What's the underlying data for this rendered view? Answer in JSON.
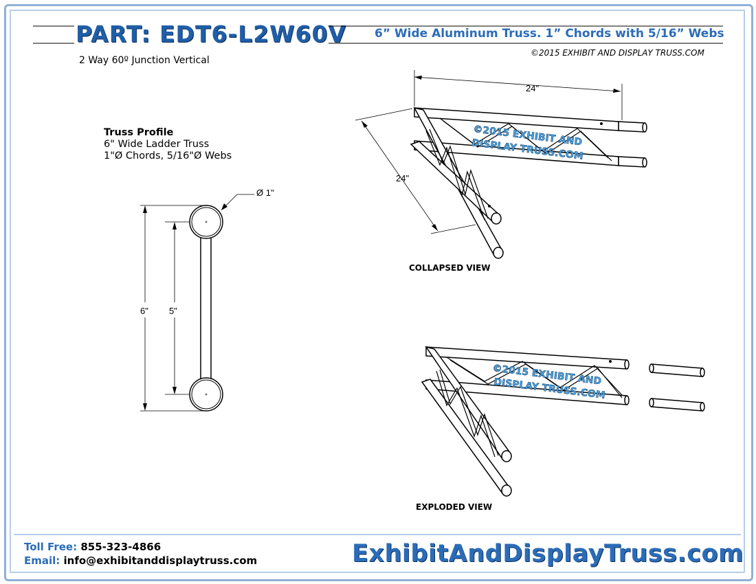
{
  "header": {
    "part_title": "PART: EDT6-L2W60V",
    "description": "6” Wide Aluminum Truss. 1” Chords with 5/16” Webs",
    "copyright": "©2015 EXHIBIT AND DISPLAY TRUSS.COM",
    "subtitle": "2 Way 60º Junction Vertical"
  },
  "profile": {
    "heading": "Truss Profile",
    "line1": "6\" Wide Ladder Truss",
    "line2": "1\"Ø Chords, 5/16\"Ø Webs",
    "dim_diameter": "Ø 1\"",
    "dim_outer": "6\"",
    "dim_inner": "5\""
  },
  "collapsed": {
    "label": "COLLAPSED VIEW",
    "dim_top": "24\"",
    "dim_side": "24\"",
    "watermark_line1": "©2015 EXHIBIT AND",
    "watermark_line2": "DISPLAY TRUSS.COM"
  },
  "exploded": {
    "label": "EXPLODED VIEW",
    "watermark_line1": "©2015 EXHIBIT AND",
    "watermark_line2": "DISPLAY TRUSS.COM"
  },
  "footer": {
    "toll_free_label": "Toll Free:",
    "toll_free_value": "855-323-4866",
    "email_label": "Email:",
    "email_value": "info@exhibitanddisplaytruss.com",
    "website": "ExhibitAndDisplayTruss.com"
  },
  "colors": {
    "brand_blue": "#2b6cb8",
    "frame_blue": "#8fb0d8",
    "watermark_blue": "#4aa3e0"
  }
}
